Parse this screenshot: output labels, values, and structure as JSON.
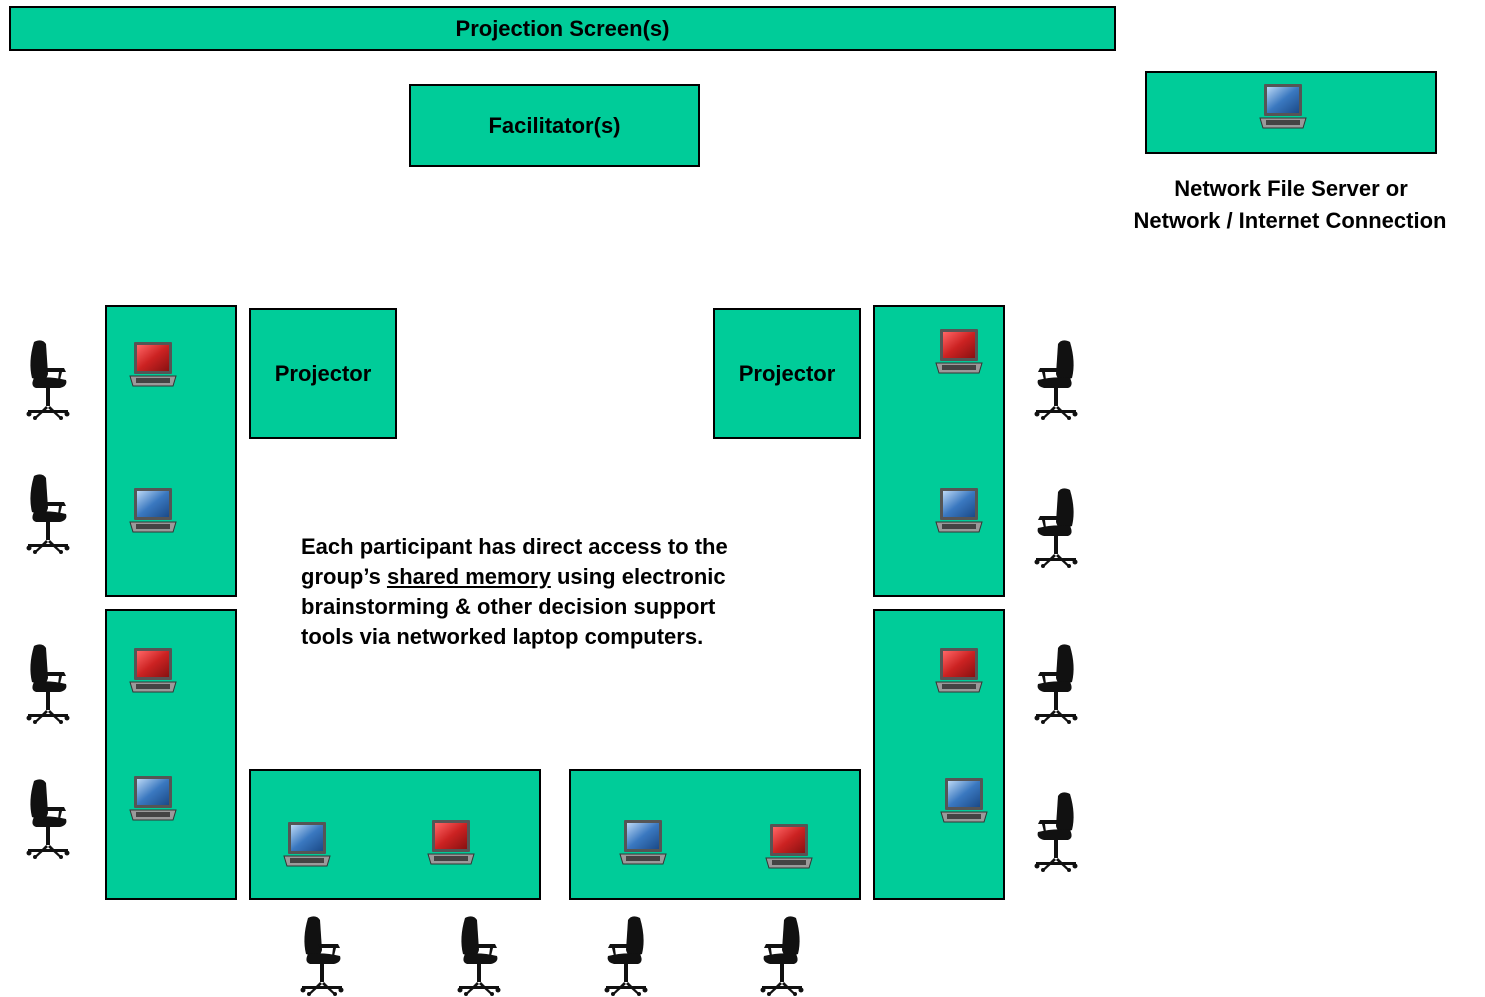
{
  "labels": {
    "projection_screen": "Projection Screen(s)",
    "facilitator": "Facilitator(s)",
    "server_line1": "Network File Server or",
    "server_line2": "Network / Internet Connection",
    "projector_left": "Projector",
    "projector_right": "Projector"
  },
  "description": {
    "line1": "Each participant has direct access to the",
    "line2_prefix": "group’s ",
    "line2_underlined": "shared memory",
    "line2_suffix": " using electronic",
    "line3": "brainstorming & other decision support",
    "line4": "tools via networked laptop computers."
  },
  "colors": {
    "table_fill": "#00cc99",
    "laptop_red": "#cc2222",
    "laptop_blue": "#3a78c0"
  },
  "icons": {
    "laptop": "laptop-icon",
    "chair": "office-chair-icon"
  }
}
